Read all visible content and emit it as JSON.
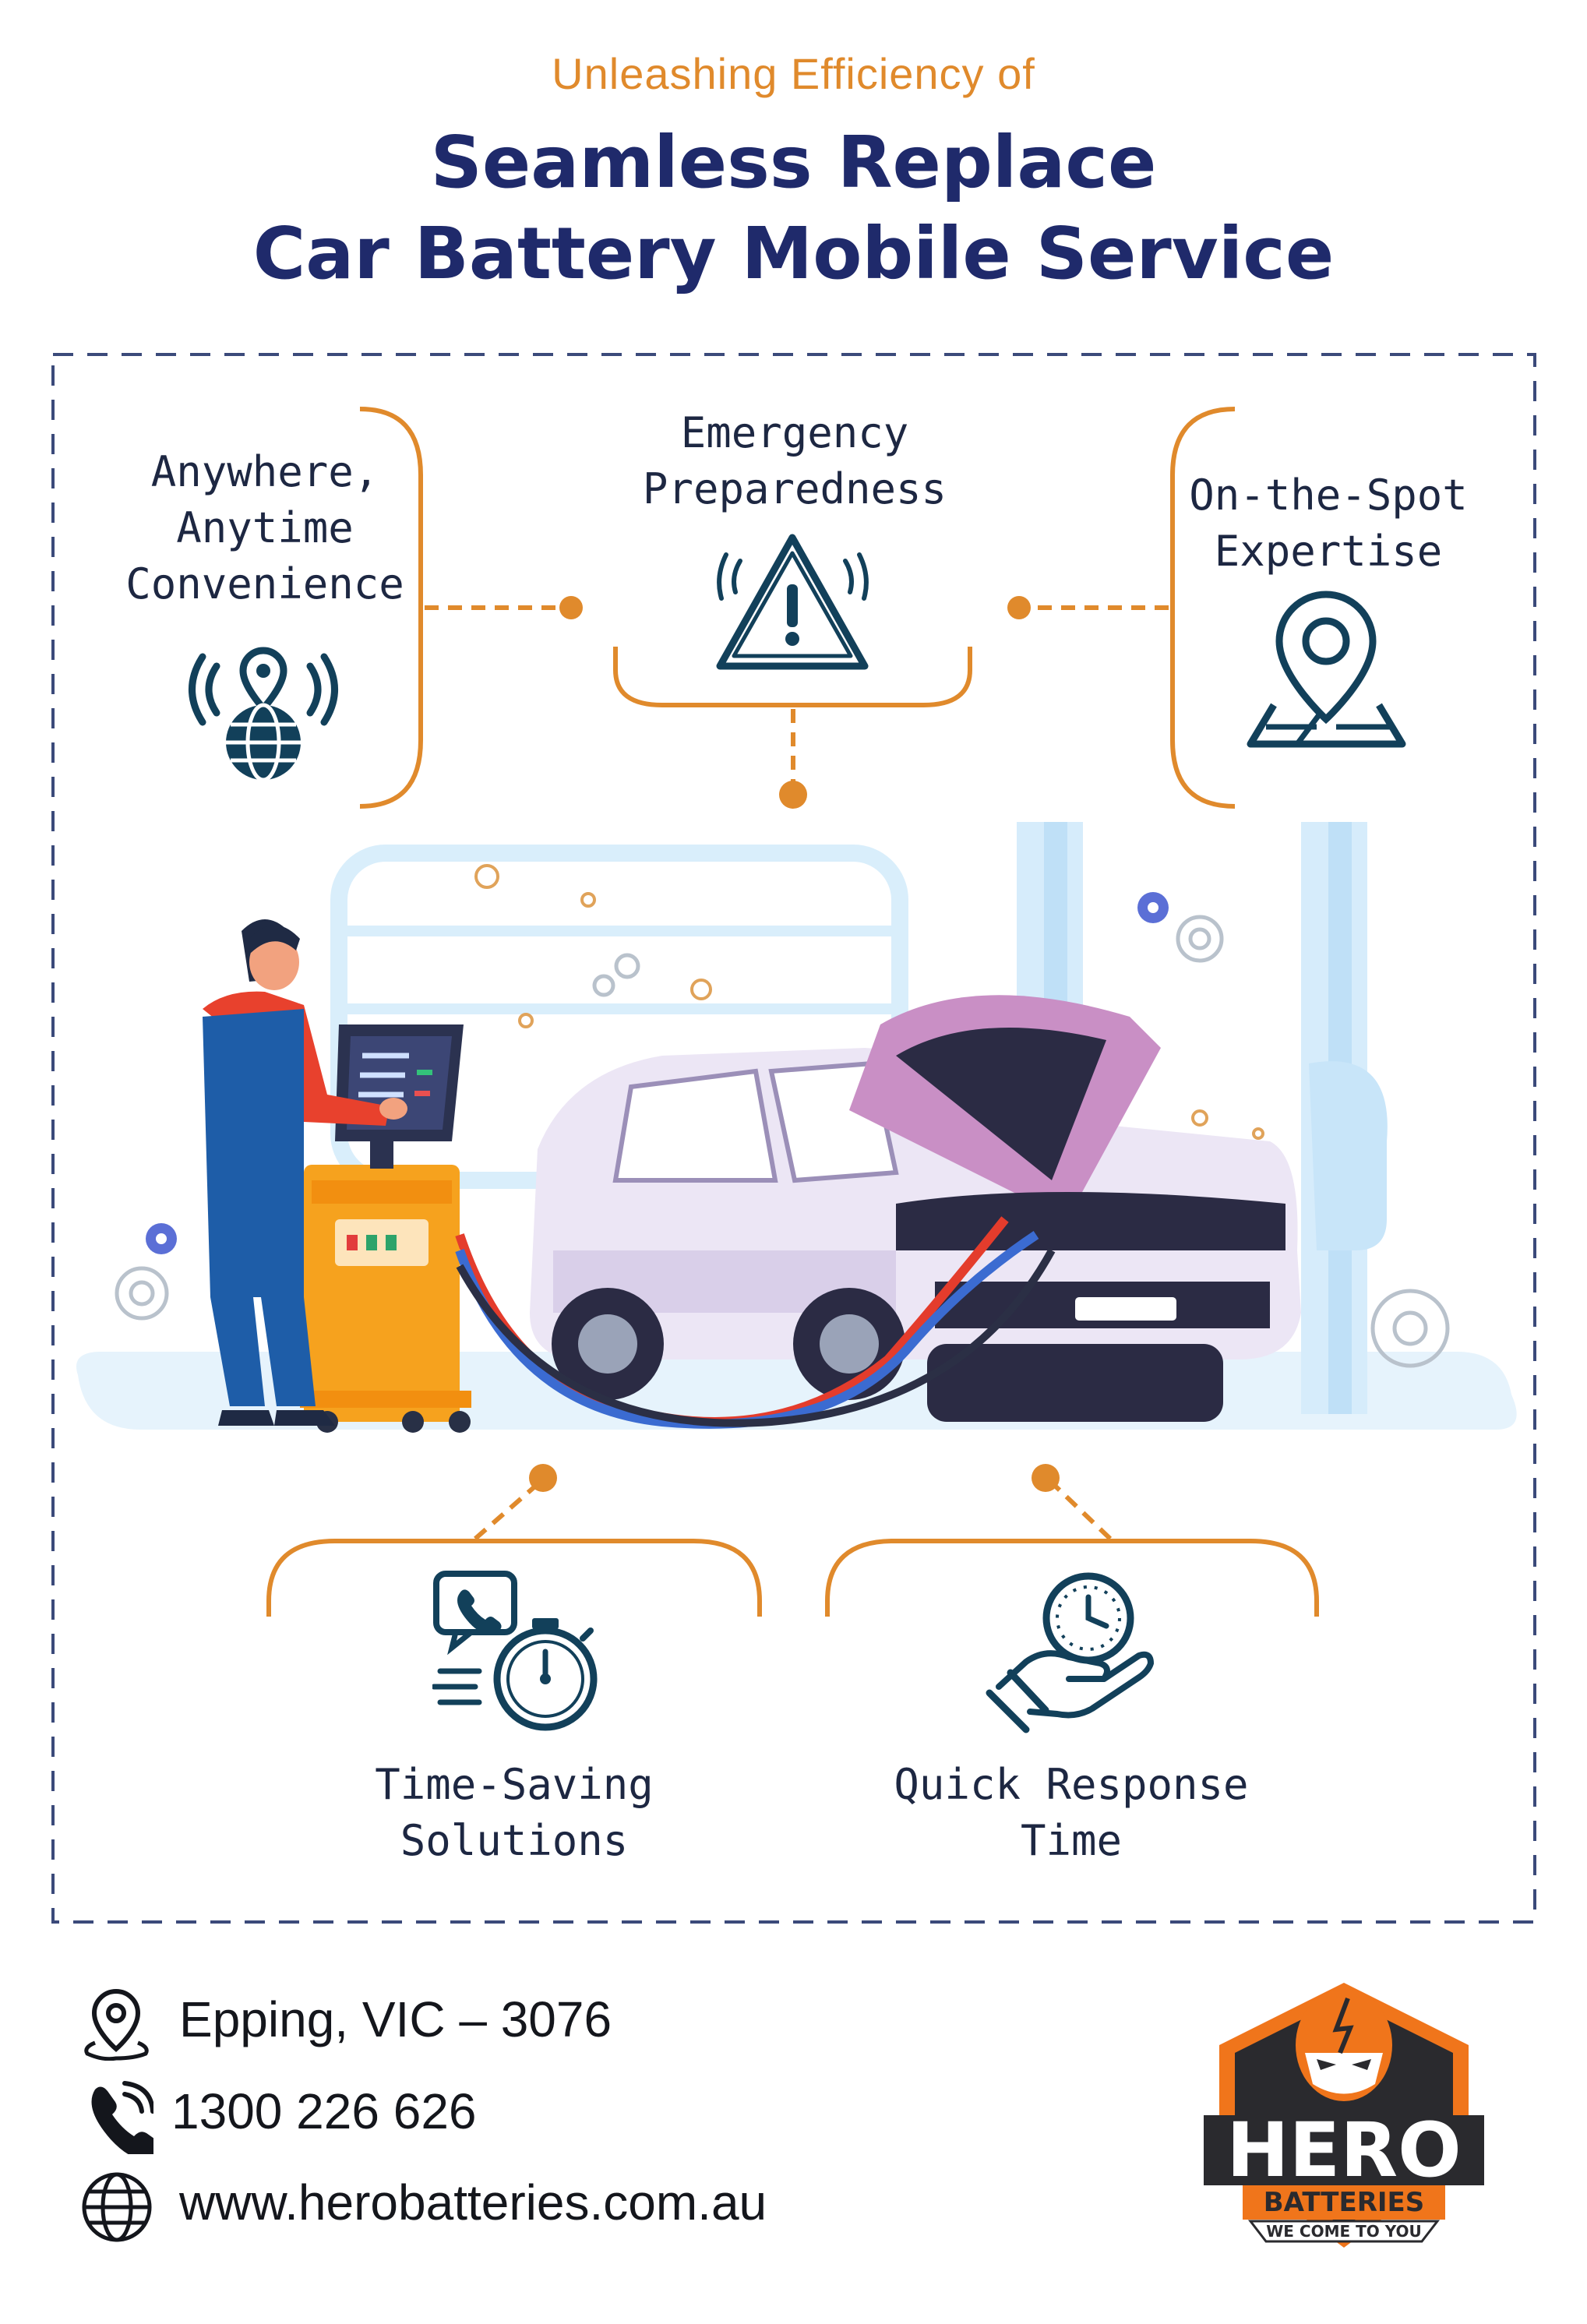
{
  "header": {
    "intro": "Unleashing Efficiency of",
    "title_line1": "Seamless Replace",
    "title_line2": "Car Battery Mobile Service"
  },
  "features": {
    "anywhere": "Anywhere,\nAnytime\nConvenience",
    "emergency": "Emergency\nPreparedness",
    "onspot": "On-the-Spot\nExpertise",
    "timesaving": "Time-Saving\nSolutions",
    "quick": "Quick Response\nTime"
  },
  "contact": {
    "location": "Epping, VIC – 3076",
    "phone": "1300 226 626",
    "website": "www.herobatteries.com.au"
  },
  "logo": {
    "brand": "HERO",
    "sub": "BATTERIES",
    "tagline": "WE COME TO YOU"
  },
  "colors": {
    "navy": "#1f2a6b",
    "orange": "#e08a2c",
    "icon_teal": "#12405a",
    "dashed_border": "#3b4a7a"
  }
}
